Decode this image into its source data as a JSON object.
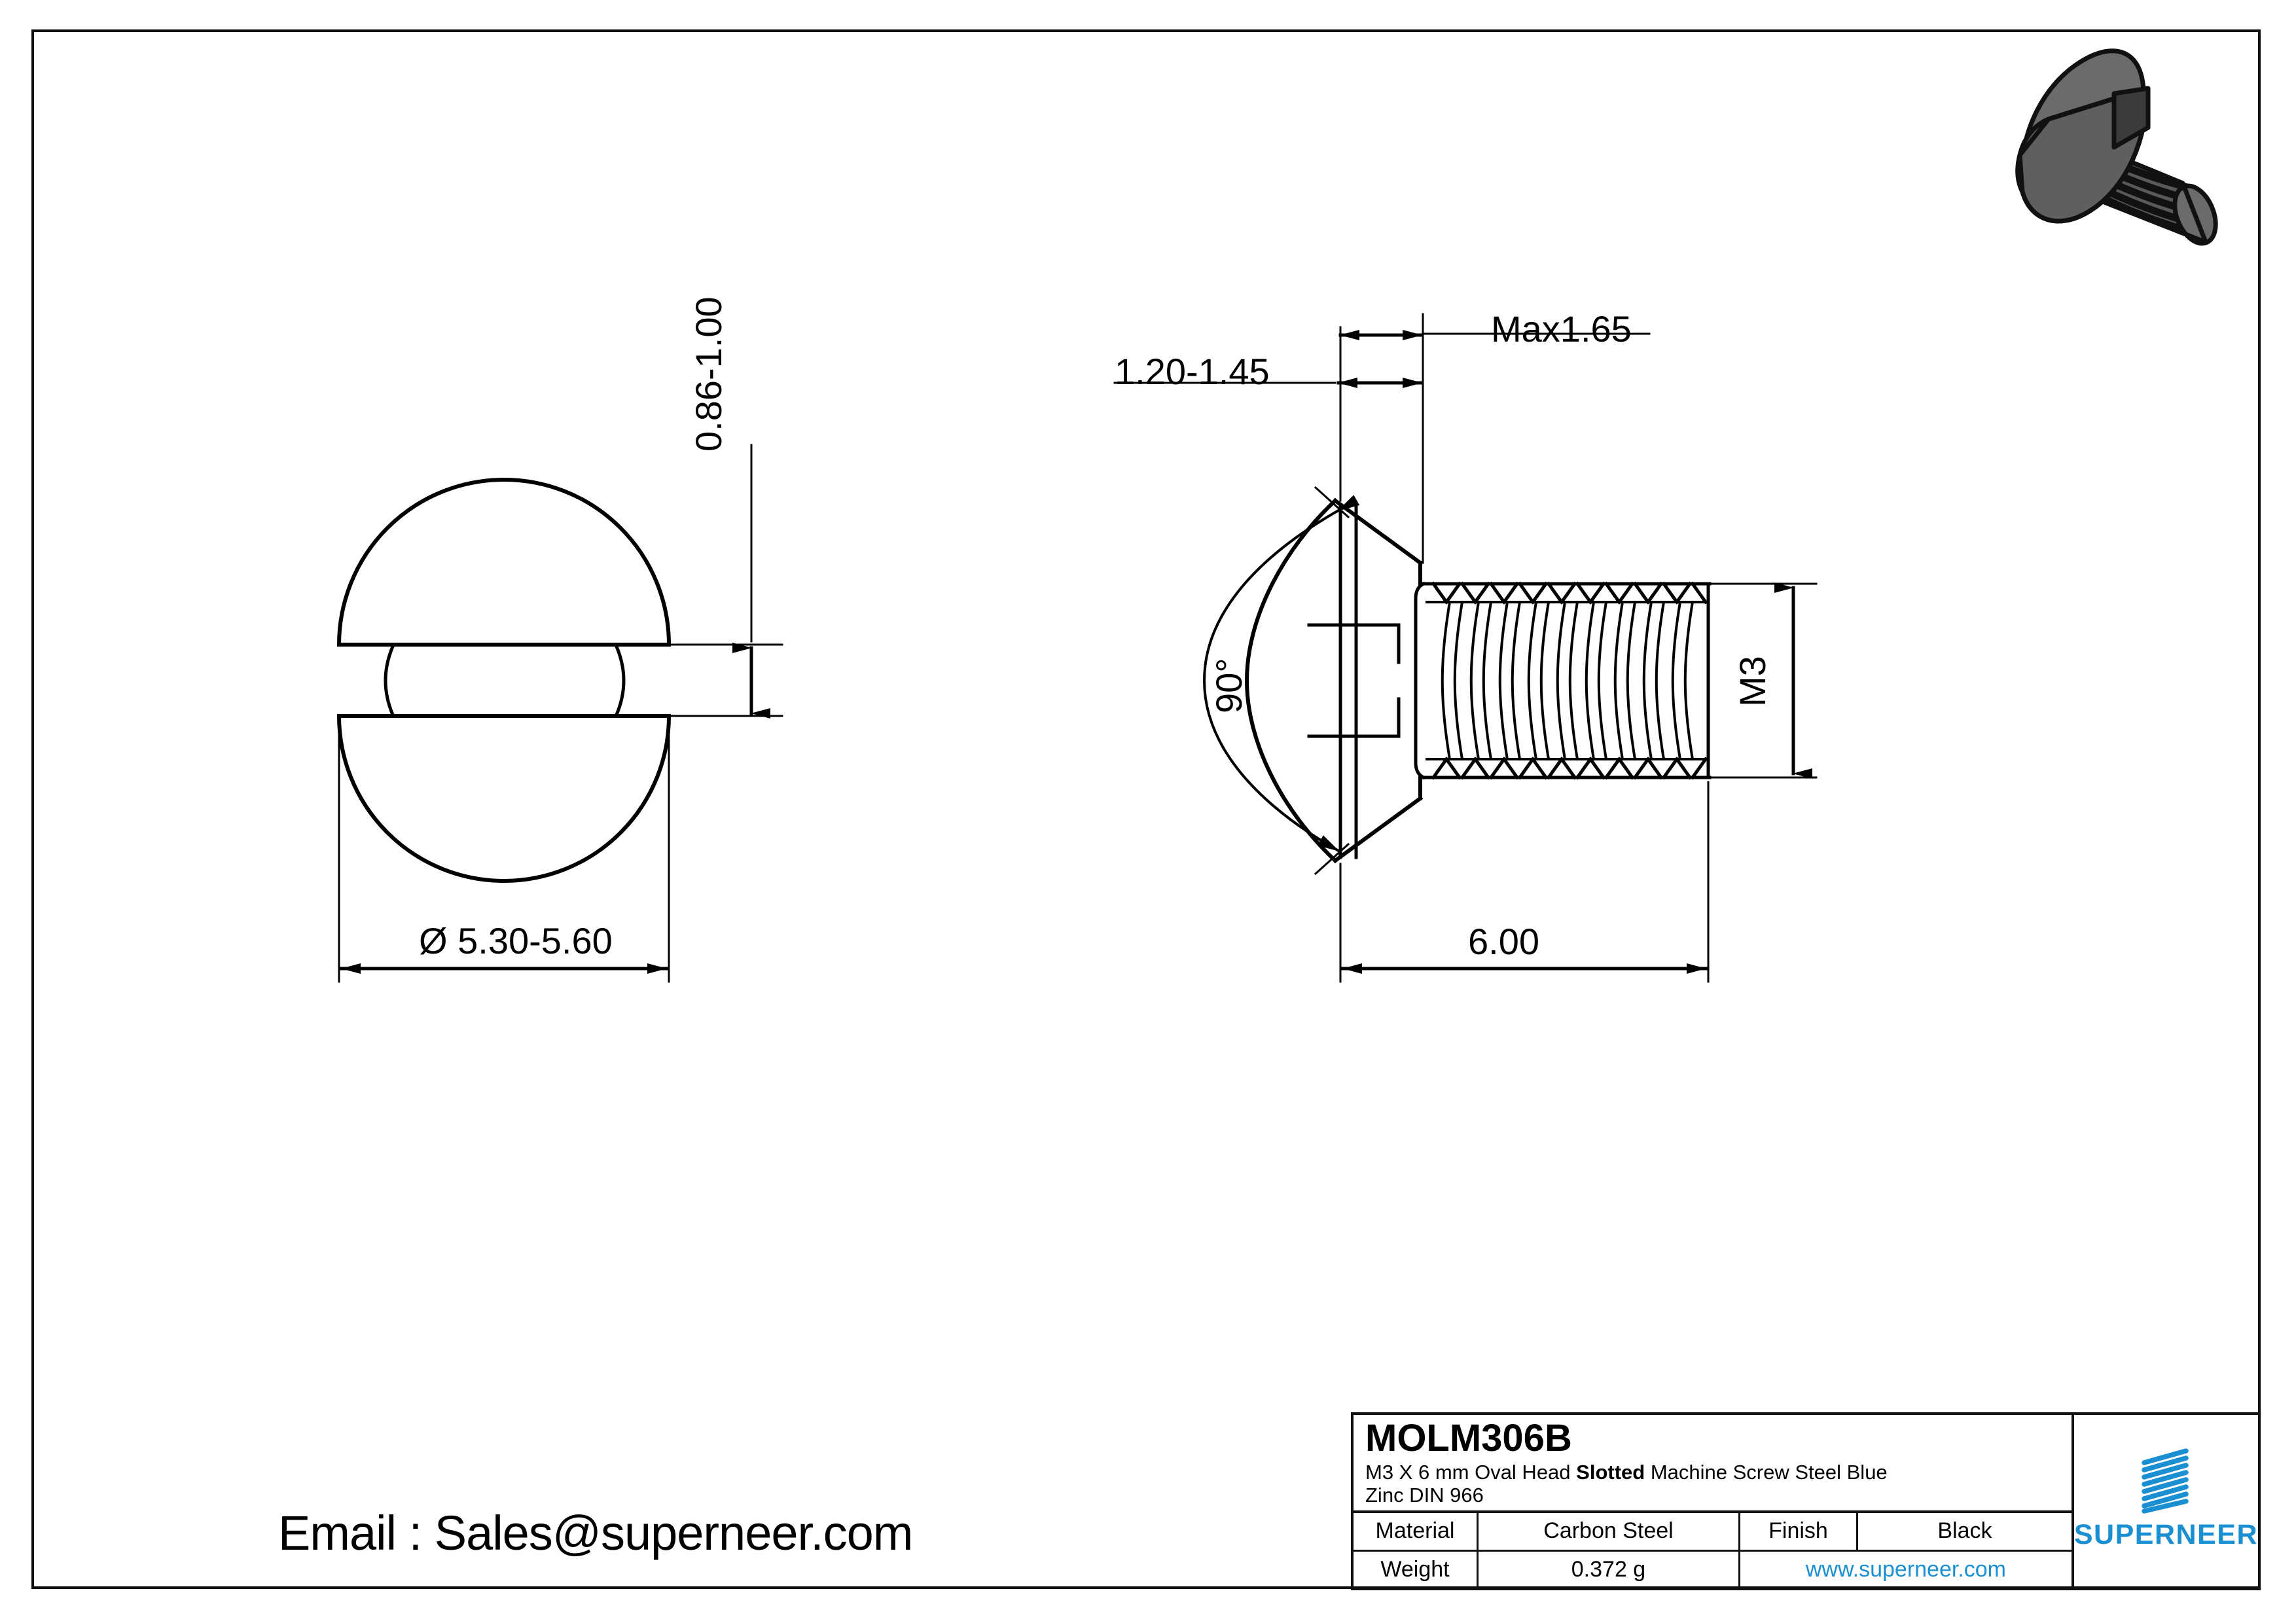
{
  "sheet": {
    "email_label": "Email : Sales@superneer.com"
  },
  "drawing": {
    "top_view": {
      "name": "head-top-view",
      "head_diameter": "Ø 5.30-5.60",
      "head_height": "0.86-1.00"
    },
    "side_view": {
      "name": "screw-side-view",
      "slot_width": "1.20-1.45",
      "slot_depth": "Max1.65",
      "head_angle": "90°",
      "thread_size": "M3",
      "length": "6.00"
    }
  },
  "title_block": {
    "part_number": "MOLM306B",
    "description_line1_pre": "M3 X 6 mm  Oval Head ",
    "description_line1_bold": "Slotted",
    "description_line1_post": " Machine Screw Steel Blue",
    "description_line2": "Zinc DIN 966",
    "material_label": "Material",
    "material_value": "Carbon Steel",
    "finish_label": "Finish",
    "finish_value": "Black",
    "weight_label": "Weight",
    "weight_value": "0.372 g",
    "website": "www.superneer.com"
  },
  "brand": {
    "name": "SUPERNEER",
    "logo_icon": "superneer-stripes-icon",
    "accent_color": "#1a8fd1"
  },
  "render": {
    "icon": "oval-head-slotted-screw-3d",
    "head_color": "#4d4d4d",
    "slot_color": "#2b2b2b",
    "outline_color": "#111111"
  }
}
